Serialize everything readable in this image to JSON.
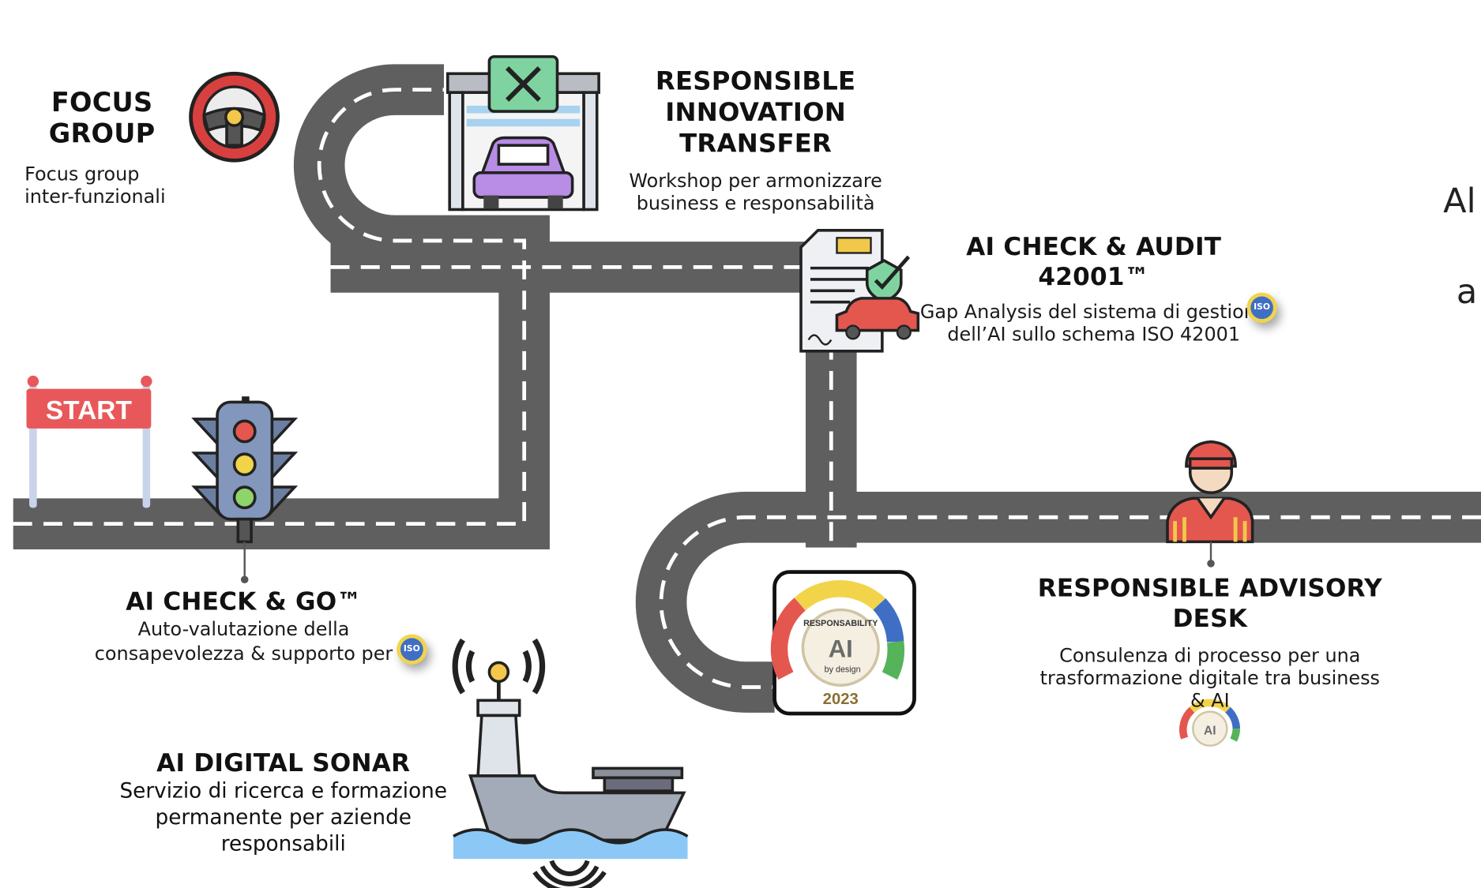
{
  "start_sign": "START",
  "steps": {
    "focus_group": {
      "title_line1": "FOCUS",
      "title_line2": "GROUP",
      "desc_line1": "Focus group",
      "desc_line2": "inter-funzionali"
    },
    "innovation_transfer": {
      "title_line1": "RESPONSIBLE",
      "title_line2": "INNOVATION TRANSFER",
      "desc_line1": "Workshop per armonizzare",
      "desc_line2": "business e responsabilità"
    },
    "check_audit": {
      "title": "AI CHECK & AUDIT 42001™",
      "desc_line1": "Gap Analysis del sistema di gestione",
      "desc_line2": "dell’AI sullo schema ISO 42001"
    },
    "check_go": {
      "title": "AI CHECK & GO™",
      "desc_line1": "Auto-valutazione della",
      "desc_line2": "consapevolezza & supporto per"
    },
    "advisory_desk": {
      "title": "RESPONSIBLE ADVISORY DESK",
      "desc_line1": "Consulenza di processo per una",
      "desc_line2": "trasformazione digitale tra business",
      "desc_line3": "& AI"
    },
    "digital_sonar": {
      "title": "AI DIGITAL SONAR",
      "desc_line1": "Servizio di ricerca e formazione",
      "desc_line2": "permanente per aziende",
      "desc_line3": "responsabili"
    }
  },
  "badges": {
    "iso": "ISO"
  },
  "responsability_logo": {
    "ring_text": "RESPONSABILITY",
    "center": "AI",
    "by_line": "by design",
    "year": "2023"
  },
  "cut_off_text": {
    "line1": "Al",
    "line2": "a"
  },
  "colors": {
    "road": "#5f5f5f",
    "road_mark": "#ffffff",
    "start_banner": "#e8585a",
    "car": "#b98ce6",
    "garage_sign": "#7fd3a0",
    "iso_badge": "#3f6fc4",
    "sea": "#8cc8f5"
  },
  "icons": [
    "steering-wheel-icon",
    "garage-car-icon",
    "document-car-check-icon",
    "start-banner-icon",
    "traffic-light-icon",
    "advisor-person-icon",
    "radar-ship-icon",
    "iso-badge-icon",
    "responsability-logo-icon"
  ]
}
